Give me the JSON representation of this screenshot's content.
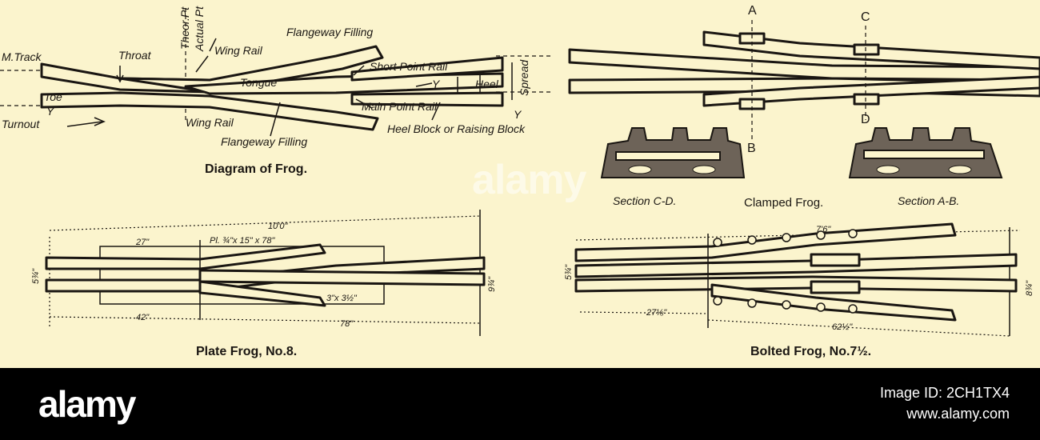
{
  "diagram_frog": {
    "labels": {
      "m_track": "M.Track",
      "throat": "Throat",
      "theor_pt": "Theor.Pt",
      "actual_pt": "Actual Pt",
      "wing_rail_top": "Wing Rail",
      "flangeway_top": "Flangeway Filling",
      "short_point_rail": "Short Point Rail",
      "tongue": "Tongue",
      "toe": "Toe",
      "heel": "Heel",
      "spread": "Spread",
      "main_point_rail": "Main Point Rail",
      "turnout": "Turnout",
      "wing_rail_bottom": "Wing Rail",
      "flangeway_bottom": "Flangeway Filling",
      "heel_block": "Heel Block or Raising Block",
      "y_left": "Y",
      "y_mid": "Y",
      "y_right": "Y"
    },
    "caption": "Diagram of Frog."
  },
  "clamped_frog": {
    "point_a": "A",
    "point_b": "B",
    "point_c": "C",
    "point_d": "D",
    "section_cd": "Section C-D.",
    "section_ab": "Section A-B.",
    "caption": "Clamped Frog."
  },
  "plate_frog": {
    "dims": {
      "overall": "10'0\"",
      "d27": "27\"",
      "plate": "Pl. ¾\"x 15\" x 78\"",
      "d42": "42\"",
      "d78": "78\"",
      "left_gauge": "5¾\"",
      "right_gauge": "9¾\"",
      "small": "3\"x 3½\""
    },
    "caption": "Plate Frog, No.8."
  },
  "bolted_frog": {
    "dims": {
      "length": "7'6\"",
      "d27": "27⅛\"",
      "d62": "62½\"",
      "left_gauge": "5¾\"",
      "right_gauge": "8¾\""
    },
    "caption": "Bolted Frog, No.7½."
  },
  "watermark": "alamy",
  "footer": {
    "logo": "alamy",
    "image_id": "Image ID: 2CH1TX4",
    "url": "www.alamy.com"
  }
}
